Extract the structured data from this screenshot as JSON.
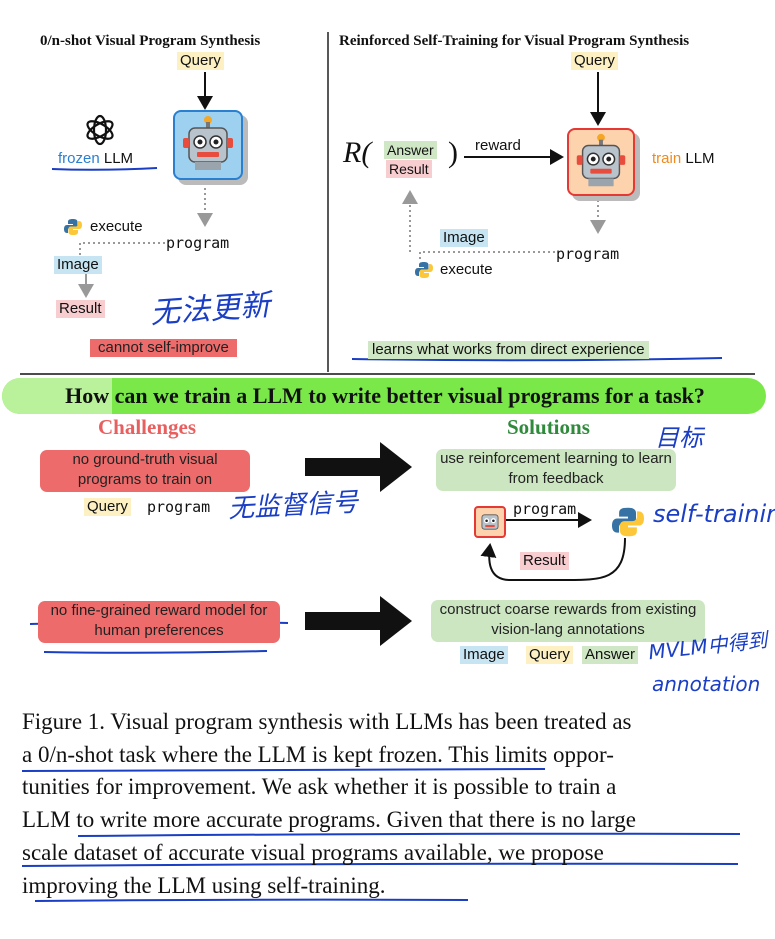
{
  "left_panel": {
    "title": "0/n-shot Visual Program Synthesis",
    "query": "Query",
    "frozen_word": "frozen",
    "llm_word": "LLM",
    "execute": "execute",
    "program": "program",
    "image": "Image",
    "result": "Result",
    "cannot": "cannot self-improve",
    "handwriting": "无法更新"
  },
  "right_panel": {
    "title": "Reinforced Self-Training for Visual Program Synthesis",
    "query": "Query",
    "r_symbol": "R(",
    "r_close": ")",
    "answer": "Answer",
    "result": "Result",
    "reward": "reward",
    "train_word": "train",
    "llm_word": "LLM",
    "program": "program",
    "image": "Image",
    "execute": "execute",
    "learns": "learns what works from direct experience"
  },
  "banner": {
    "question": "How can we train a LLM to write better visual programs for a task?"
  },
  "challenges": {
    "heading": "Challenges",
    "items": [
      {
        "text": "no ground-truth visual programs to train on",
        "tags": {
          "query": "Query",
          "program": "program"
        },
        "handwriting": "无监督信号"
      },
      {
        "text": "no fine-grained reward model for human preferences"
      }
    ]
  },
  "solutions": {
    "heading": "Solutions",
    "heading_note": "目标",
    "items": [
      {
        "text": "use reinforcement learning to learn from feedback",
        "program": "program",
        "result": "Result",
        "handwriting": "self-training"
      },
      {
        "text": "construct coarse rewards from existing vision-lang annotations",
        "tags": {
          "image": "Image",
          "query": "Query",
          "answer": "Answer"
        },
        "handwriting_line1": "MVLM中得到",
        "handwriting_line2": "annotation"
      }
    ]
  },
  "caption": {
    "lines": [
      "Figure 1. Visual program synthesis with LLMs has been treated as",
      "a 0/n-shot task where the LLM is kept frozen. This limits oppor-",
      "tunities for improvement. We ask whether it is possible to train a",
      "LLM to write more accurate programs. Given that there is no large",
      "scale dataset of accurate visual programs available, we propose",
      "improving the LLM using self-training."
    ]
  },
  "colors": {
    "accent_blue": "#1a3ec4",
    "challenge_red": "#e85f5f",
    "solution_green": "#2f8a3c",
    "banner_green": "#7be84a"
  }
}
